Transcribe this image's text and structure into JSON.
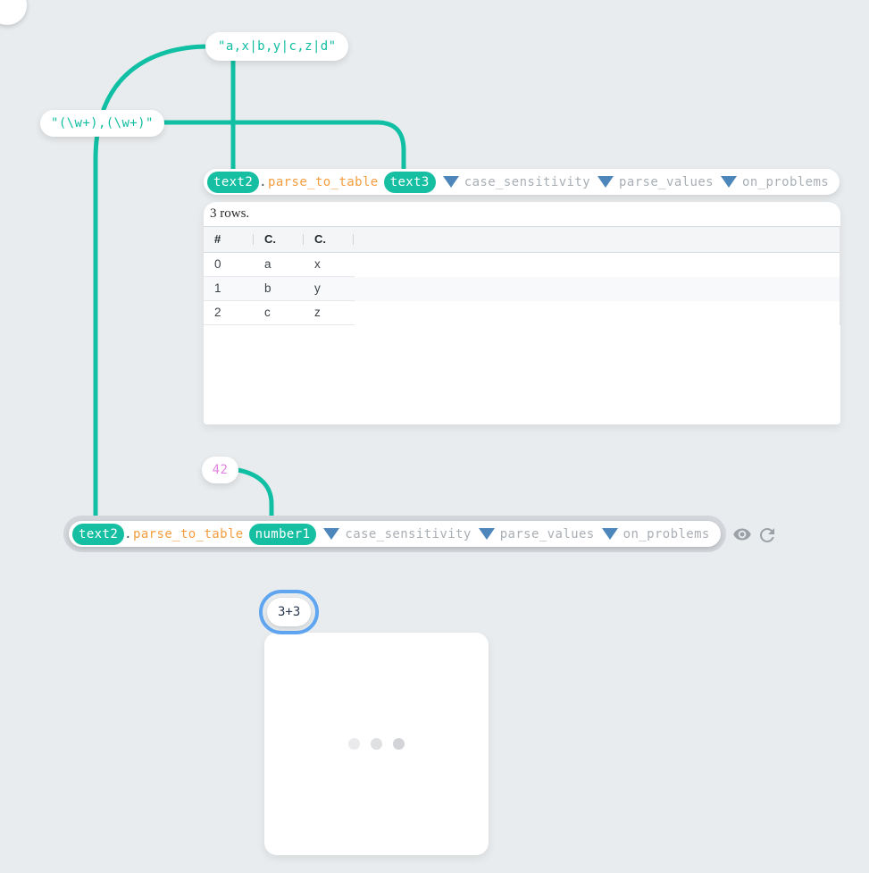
{
  "canvas": {
    "background": "#e9ecee"
  },
  "colors": {
    "edge_teal": "#11c0a4",
    "badge_teal": "#16bfa2",
    "literal_teal": "#10bda1",
    "method_orange": "#f49d3e",
    "param_gray": "#a9afb5",
    "dropdown_blue": "#4c86ba",
    "number_violet": "#e184e0",
    "selection_blue": "#5fa5f0",
    "expression_navy": "#2c3a4f",
    "halo_gray": "#d2d6da"
  },
  "nodes": {
    "text2_literal": {
      "value": "\"a,x|b,y|c,z|d\""
    },
    "text3_regex": {
      "value": "\"(\\w+),(\\w+)\""
    },
    "number1_literal": {
      "value": "42"
    },
    "expression": {
      "value": "3+3"
    },
    "parse1": {
      "target": "text2",
      "dot": ".",
      "method": "parse_to_table",
      "argument": "text3",
      "params": [
        "case_sensitivity",
        "parse_values",
        "on_problems"
      ]
    },
    "parse2": {
      "target": "text2",
      "dot": ".",
      "method": "parse_to_table",
      "argument": "number1",
      "params": [
        "case_sensitivity",
        "parse_values",
        "on_problems"
      ]
    }
  },
  "table_viz": {
    "summary": "3 rows.",
    "columns": [
      "#",
      "C.",
      "C."
    ],
    "rows": [
      [
        "0",
        "a",
        "x"
      ],
      [
        "1",
        "b",
        "y"
      ],
      [
        "2",
        "c",
        "z"
      ]
    ]
  },
  "actions": {
    "eye": "visualization-toggle",
    "refresh": "re-execute"
  },
  "loading_viz": {
    "dots": 3
  }
}
